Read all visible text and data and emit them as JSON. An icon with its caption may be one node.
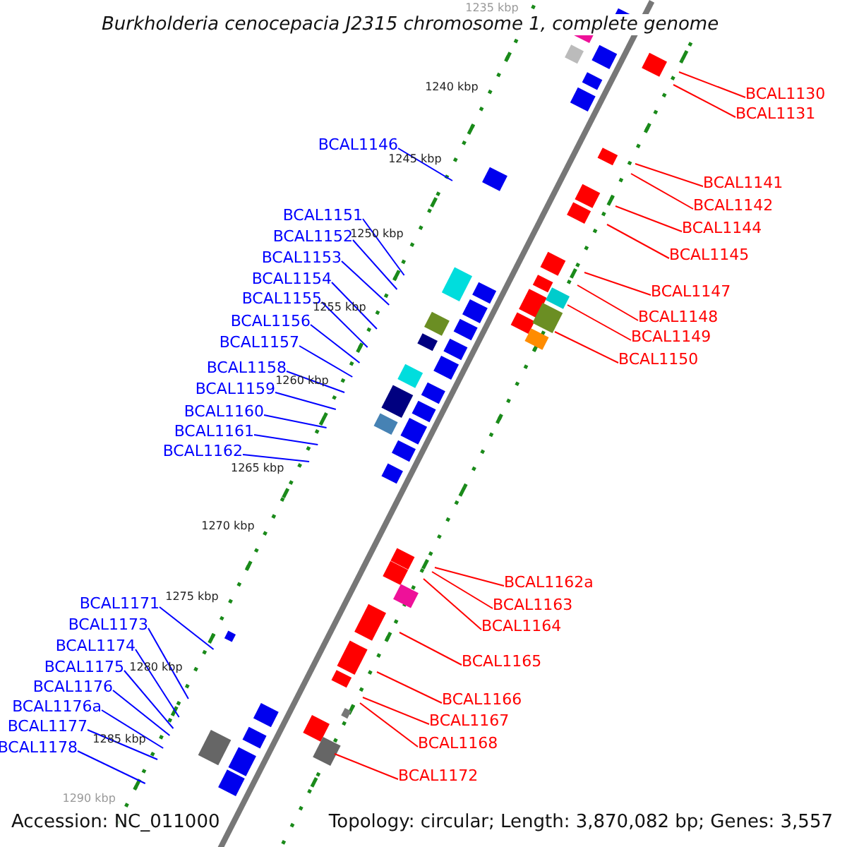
{
  "diagram": {
    "title": "Burkholderia cenocepacia J2315 chromosome 1, complete genome",
    "nodes": [
      {
        "text": [
          "BCAL1130"
        ]
      },
      {
        "text": [
          "BCAL1131"
        ]
      },
      {
        "text": [
          "BCAL1146"
        ]
      },
      {
        "text": [
          "BCAL1141"
        ]
      },
      {
        "text": [
          "BCAL1142"
        ]
      },
      {
        "text": [
          "BCAL1151"
        ]
      },
      {
        "text": [
          "BCAL1144"
        ]
      },
      {
        "text": [
          "BCAL1152"
        ]
      },
      {
        "text": [
          "BCAL1145"
        ]
      },
      {
        "text": [
          "BCAL1153"
        ]
      },
      {
        "text": [
          "BCAL1154"
        ]
      },
      {
        "text": [
          "BCAL1147"
        ]
      },
      {
        "text": [
          "BCAL1155"
        ]
      },
      {
        "text": [
          "BCAL1148"
        ]
      },
      {
        "text": [
          "BCAL1156"
        ]
      },
      {
        "text": [
          "BCAL1149"
        ]
      },
      {
        "text": [
          "BCAL1157"
        ]
      },
      {
        "text": [
          "BCAL1150"
        ]
      },
      {
        "text": [
          "BCAL1158"
        ]
      },
      {
        "text": [
          "BCAL1159"
        ]
      },
      {
        "text": [
          "BCAL1160"
        ]
      },
      {
        "text": [
          "BCAL1161"
        ]
      },
      {
        "text": [
          "BCAL1162"
        ]
      },
      {
        "text": [
          "BCAL1162a"
        ]
      },
      {
        "text": [
          "BCAL1171"
        ]
      },
      {
        "text": [
          "BCAL1163"
        ]
      },
      {
        "text": [
          "BCAL1173"
        ]
      },
      {
        "text": [
          "BCAL1164"
        ]
      },
      {
        "text": [
          "BCAL1174"
        ]
      },
      {
        "text": [
          "BCAL1165"
        ]
      },
      {
        "text": [
          "BCAL1175"
        ]
      },
      {
        "text": [
          "BCAL1176"
        ]
      },
      {
        "text": [
          "BCAL1166"
        ]
      },
      {
        "text": [
          "BCAL1176a"
        ]
      },
      {
        "text": [
          "BCAL1167"
        ]
      },
      {
        "text": [
          "BCAL1177"
        ]
      },
      {
        "text": [
          "BCAL1168"
        ]
      },
      {
        "text": [
          "BCAL1178"
        ]
      },
      {
        "text": [
          "BCAL1172"
        ]
      }
    ],
    "edges": [
      {
        "from": 0,
        "to": null,
        "arrow": "none",
        "color": "#ff0000"
      },
      {
        "from": 1,
        "to": null,
        "arrow": "none",
        "color": "#ff0000"
      },
      {
        "from": 2,
        "to": null,
        "arrow": "none"
      },
      {
        "from": 3,
        "to": null,
        "arrow": "none",
        "color": "#ff0000"
      },
      {
        "from": 4,
        "to": null,
        "arrow": "none",
        "color": "#ff0000"
      },
      {
        "from": 5,
        "to": null,
        "arrow": "none"
      },
      {
        "from": 6,
        "to": null,
        "arrow": "none",
        "color": "#ff0000"
      },
      {
        "from": 7,
        "to": null,
        "arrow": "none"
      },
      {
        "from": 8,
        "to": null,
        "arrow": "none",
        "color": "#ff0000"
      },
      {
        "from": 9,
        "to": null,
        "arrow": "none"
      },
      {
        "from": 10,
        "to": null,
        "arrow": "none"
      },
      {
        "from": 11,
        "to": null,
        "arrow": "none",
        "color": "#ff0000"
      },
      {
        "from": 12,
        "to": null,
        "arrow": "none"
      },
      {
        "from": 13,
        "to": null,
        "arrow": "none",
        "color": "#ff0000"
      },
      {
        "from": 14,
        "to": null,
        "arrow": "none"
      },
      {
        "from": 15,
        "to": null,
        "arrow": "none",
        "color": "#ff0000"
      },
      {
        "from": 16,
        "to": null,
        "arrow": "none"
      },
      {
        "from": 17,
        "to": null,
        "arrow": "none",
        "color": "#ff0000"
      },
      {
        "from": 18,
        "to": null,
        "arrow": "none"
      },
      {
        "from": 19,
        "to": null,
        "arrow": "none"
      },
      {
        "from": 20,
        "to": null,
        "arrow": "none"
      },
      {
        "from": 21,
        "to": null,
        "arrow": "none"
      },
      {
        "from": 22,
        "to": null,
        "arrow": "none"
      },
      {
        "from": 23,
        "to": null,
        "arrow": "none",
        "color": "#ff0000"
      },
      {
        "from": 24,
        "to": null,
        "arrow": "none"
      },
      {
        "from": 25,
        "to": null,
        "arrow": "none",
        "color": "#ff0000"
      },
      {
        "from": 26,
        "to": null,
        "arrow": "none"
      },
      {
        "from": 27,
        "to": null,
        "arrow": "none",
        "color": "#ff0000"
      },
      {
        "from": 28,
        "to": null,
        "arrow": "none"
      },
      {
        "from": 29,
        "to": null,
        "arrow": "none",
        "color": "#ff0000"
      },
      {
        "from": 30,
        "to": null,
        "arrow": "none"
      },
      {
        "from": 31,
        "to": null,
        "arrow": "none"
      },
      {
        "from": 32,
        "to": null,
        "arrow": "none",
        "color": "#ff0000"
      },
      {
        "from": 33,
        "to": null,
        "arrow": "none"
      },
      {
        "from": 34,
        "to": null,
        "arrow": "none",
        "color": "#ff0000"
      },
      {
        "from": 35,
        "to": null,
        "arrow": "none"
      },
      {
        "from": 36,
        "to": null,
        "arrow": "none",
        "color": "#ff0000"
      },
      {
        "from": 37,
        "to": null,
        "arrow": "none"
      },
      {
        "from": 38,
        "to": null,
        "arrow": "none",
        "color": "#ff0000"
      }
    ],
    "labels": [
      "1235 kbp",
      "1240 kbp",
      "1245 kbp",
      "1250 kbp",
      "1255 kbp",
      "1260 kbp",
      "1265 kbp",
      "1270 kbp",
      "1275 kbp",
      "1280 kbp",
      "1285 kbp",
      "1290 kbp",
      "Accession: NC_011000",
      "Topology: circular; Length: 3,870,082 bp; Genes: 3,557"
    ]
  }
}
